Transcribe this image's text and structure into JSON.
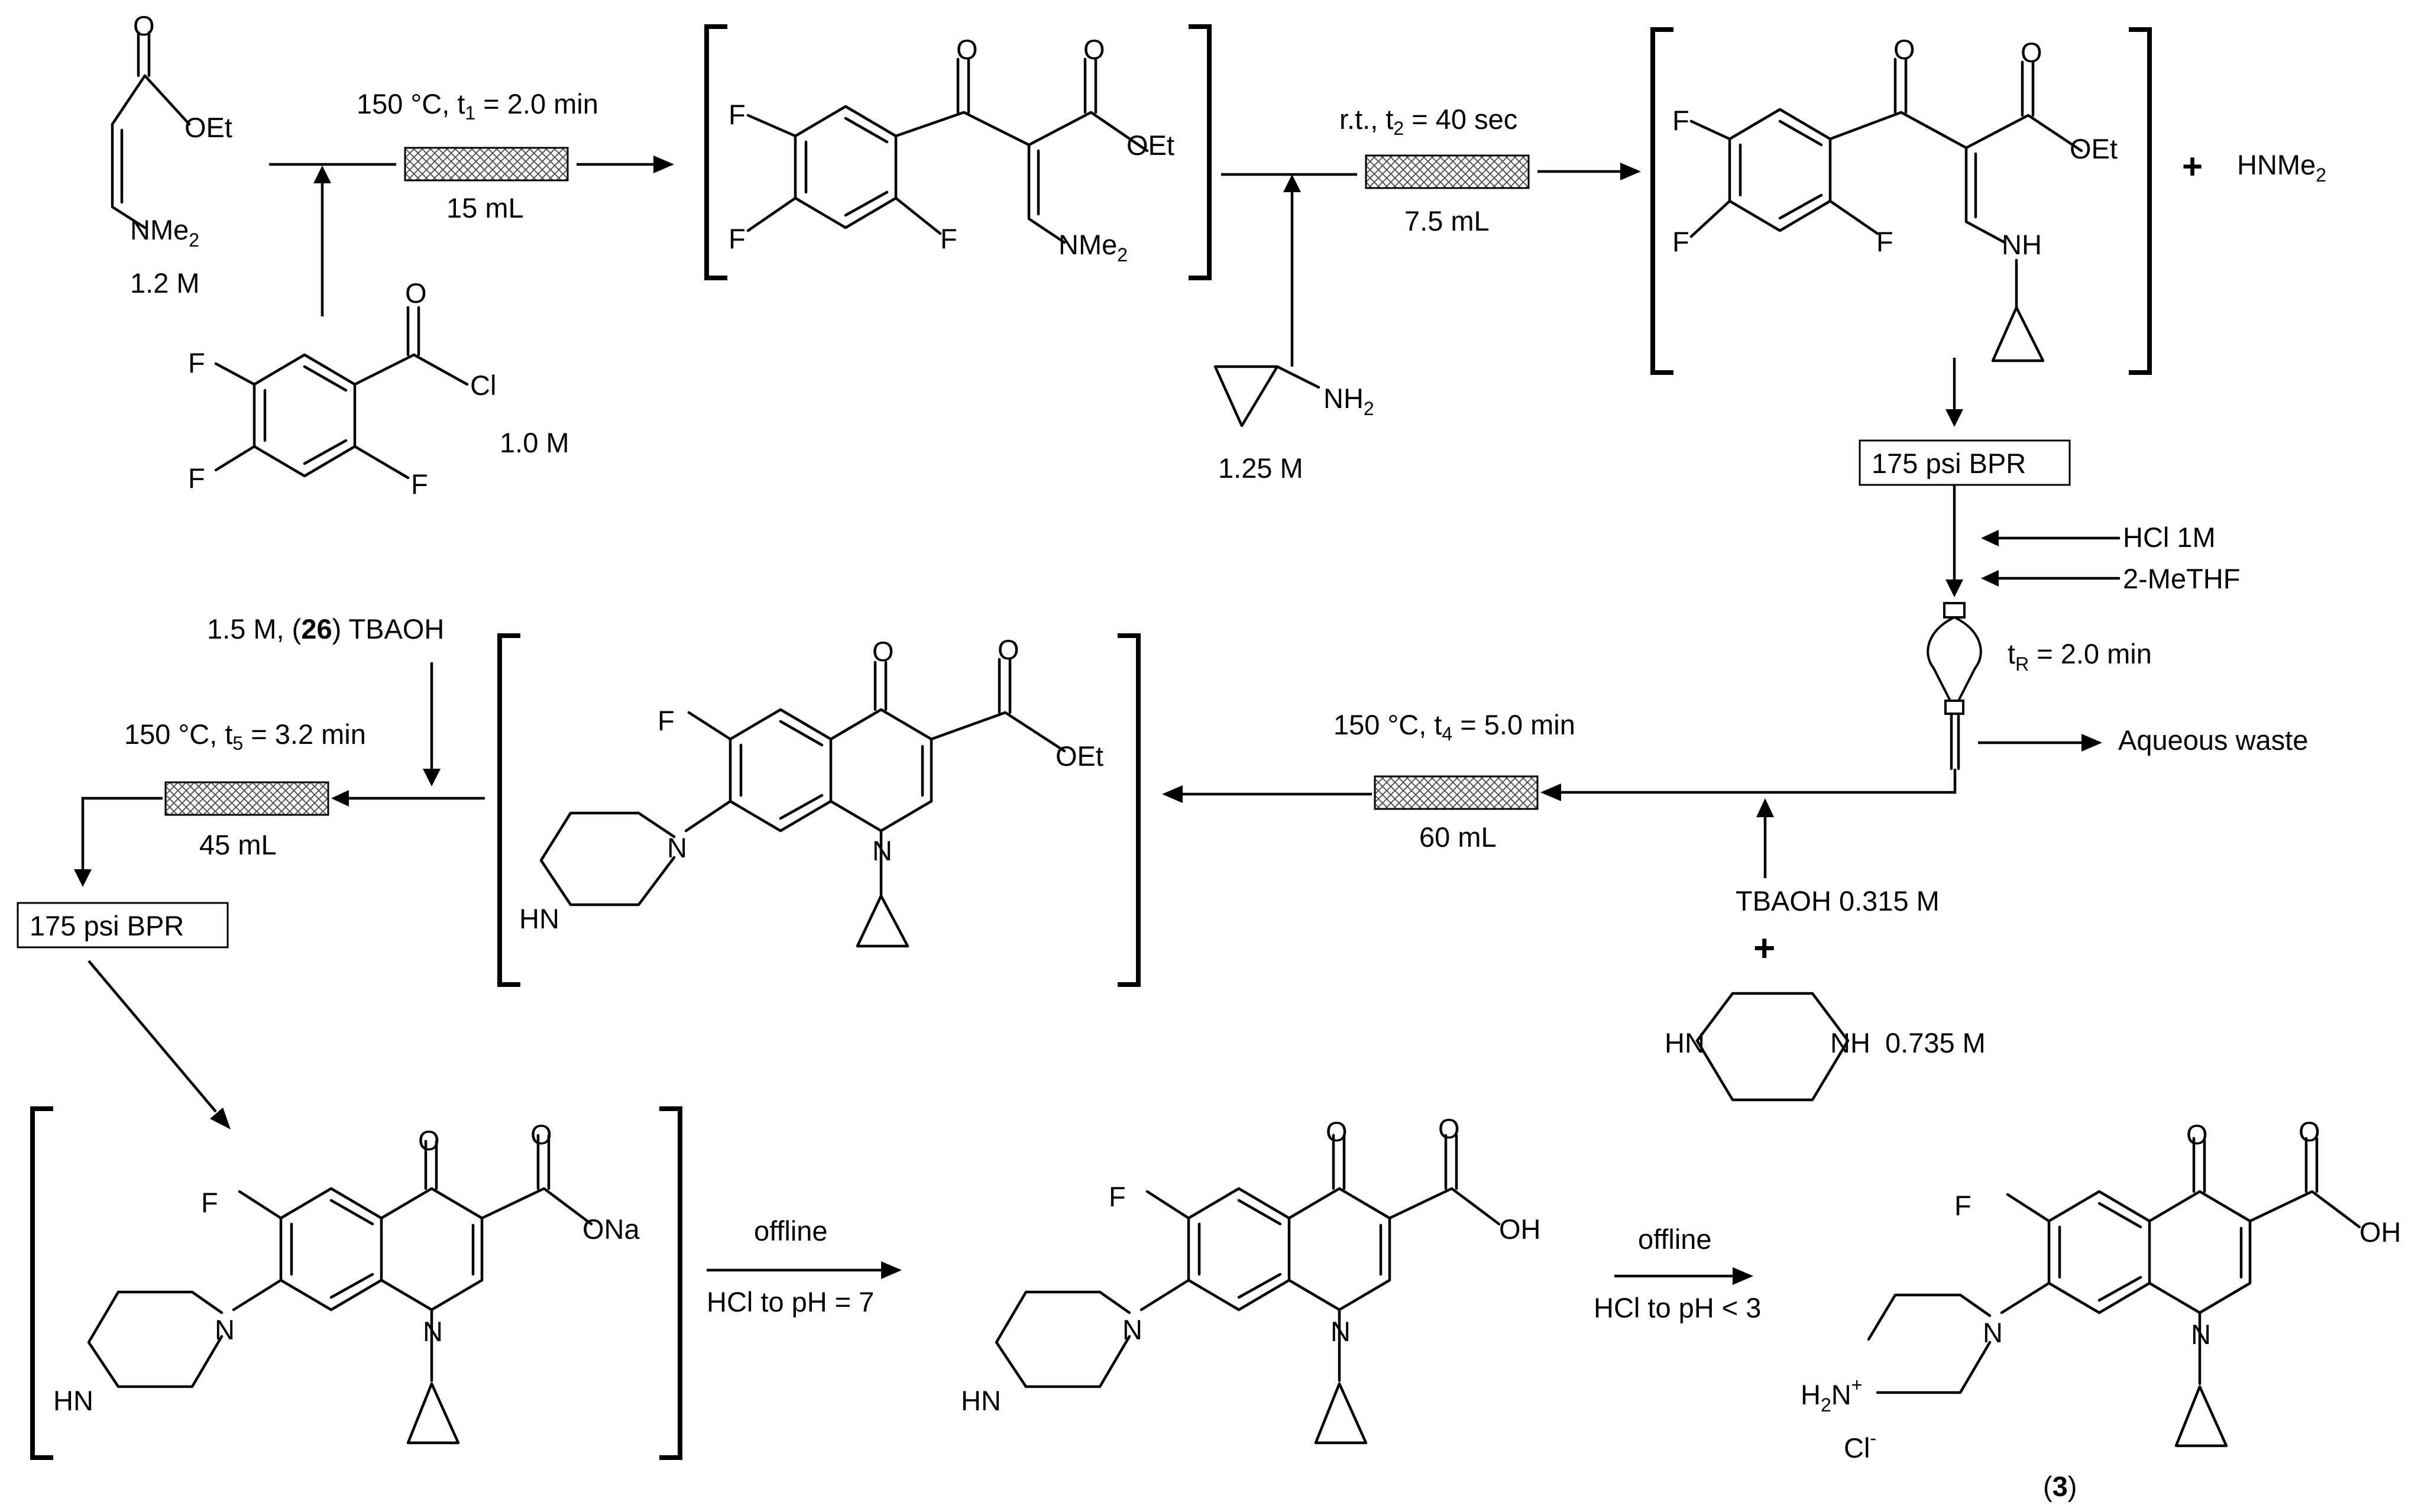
{
  "step1": {
    "conditions_temp": "150 °C, t",
    "conditions_sub": "1",
    "conditions_time": " = 2.0 min",
    "volume": "15 mL",
    "reagent_a_conc": "1.2 M",
    "reagent_b_conc": "1.0 M",
    "acrylate_ester": "OEt",
    "acrylate_amine": "NMe",
    "acrylate_amine_sub": "2",
    "acid_chloride_cl": "Cl",
    "fluorine": "F",
    "oxygen": "O"
  },
  "intermediate1": {
    "ester": "OEt",
    "amine": "NMe",
    "amine_sub": "2"
  },
  "step2": {
    "conditions_prefix": "r.t., t",
    "conditions_sub": "2",
    "conditions_time": " = 40 sec",
    "volume": "7.5 mL",
    "amine_label": "NH",
    "amine_sub": "2",
    "amine_conc": "1.25 M"
  },
  "intermediate2": {
    "ester": "OEt",
    "nh": "NH",
    "plus": "+",
    "byproduct": "HNMe",
    "byproduct_sub": "2"
  },
  "bpr_top": "175 psi BPR",
  "separator": {
    "reagent_hcl": "HCl 1M",
    "reagent_solvent": "2-MeTHF",
    "time_label": "t",
    "time_sub": "R",
    "time_value": " = 2.0 min",
    "waste": "Aqueous waste"
  },
  "step4": {
    "conditions_temp": "150 °C, t",
    "conditions_sub": "4",
    "conditions_time": " = 5.0 min",
    "volume": "60 mL",
    "base": "TBAOH  0.315 M",
    "plus": "+",
    "piperazine_hn": "HN",
    "piperazine_nh": "NH",
    "piperazine_conc": "0.735 M"
  },
  "intermediate3": {
    "ester": "OEt",
    "hn": "HN",
    "n": "N"
  },
  "step5": {
    "reagent_prefix": "1.5 M, (",
    "reagent_ref": "26",
    "reagent_suffix": ") TBAOH",
    "conditions_temp": "150 °C, t",
    "conditions_sub": "5",
    "conditions_time": " = 3.2 min",
    "volume": "45 mL"
  },
  "bpr_left": "175 psi BPR",
  "sodium_salt": {
    "carboxylate": "ONa",
    "hn": "HN",
    "n": "N"
  },
  "step6": {
    "mode": "offline",
    "condition": "HCl to pH = 7"
  },
  "free_acid": {
    "acid": "OH",
    "hn": "HN",
    "n": "N"
  },
  "step7": {
    "mode": "offline",
    "condition": "HCl to pH < 3"
  },
  "product": {
    "acid": "OH",
    "ammonium_h": "H",
    "ammonium_h_sub": "2",
    "ammonium_n": "N",
    "ammonium_charge": "+",
    "counterion": "Cl",
    "counterion_charge": "-",
    "n": "N",
    "compound_open": "(",
    "compound_number": "3",
    "compound_close": ")"
  }
}
